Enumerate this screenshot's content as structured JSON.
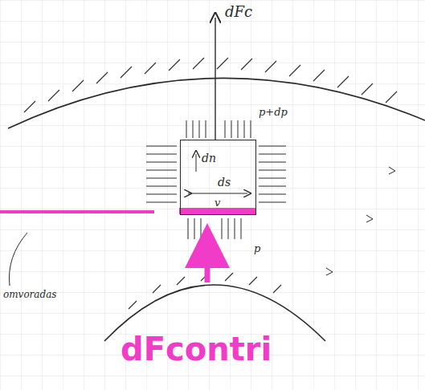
{
  "diagram": {
    "nodes": [
      {
        "text": [
          "dn",
          "ds",
          "v"
        ]
      }
    ],
    "labels": [
      "dFc",
      "p+dp",
      "p",
      "dFcontri",
      "omvoradas"
    ]
  }
}
